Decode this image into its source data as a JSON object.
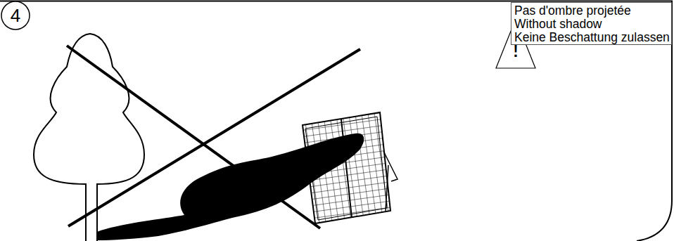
{
  "diagram": {
    "nodes": [
      {
        "text": [
          "4"
        ]
      },
      {
        "text": [
          "!"
        ]
      },
      {
        "text": [
          "Pas d'ombre projetée",
          "Without shadow",
          "Keine Beschattung zulassen"
        ]
      }
    ]
  }
}
